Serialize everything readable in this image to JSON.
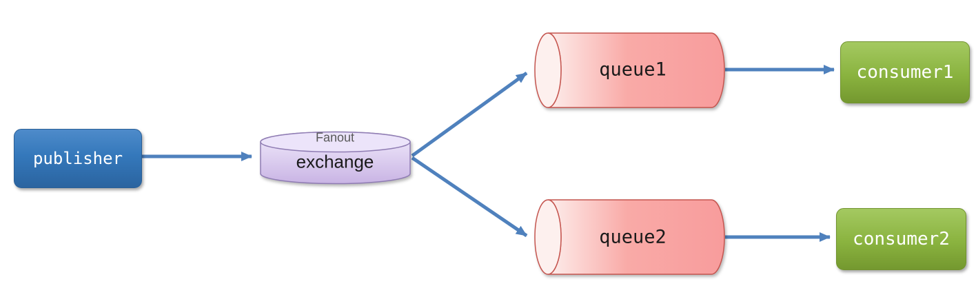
{
  "diagram": {
    "nodes": {
      "publisher": {
        "label": "publisher",
        "shape": "rounded-rect",
        "fill": "#3478bb",
        "text_color": "#ffffff"
      },
      "exchange": {
        "label": "exchange",
        "type_label": "Fanout",
        "shape": "cylinder-vertical",
        "fill": "#e1d5e7",
        "stroke": "#8f7cb3",
        "type_label_color": "#595959"
      },
      "queue1": {
        "label": "queue1",
        "shape": "cylinder-horizontal",
        "fill": "#f89e9e",
        "stroke": "#c5554f"
      },
      "queue2": {
        "label": "queue2",
        "shape": "cylinder-horizontal",
        "fill": "#f89e9e",
        "stroke": "#c5554f"
      },
      "consumer1": {
        "label": "consumer1",
        "shape": "rounded-rect",
        "fill": "#8ab33f",
        "text_color": "#ffffff"
      },
      "consumer2": {
        "label": "consumer2",
        "shape": "rounded-rect",
        "fill": "#8ab33f",
        "text_color": "#ffffff"
      }
    },
    "edges": [
      {
        "from": "publisher",
        "to": "exchange"
      },
      {
        "from": "exchange",
        "to": "queue1"
      },
      {
        "from": "exchange",
        "to": "queue2"
      },
      {
        "from": "queue1",
        "to": "consumer1"
      },
      {
        "from": "queue2",
        "to": "consumer2"
      }
    ],
    "colors": {
      "arrow": "#4f81bd",
      "background": "#ffffff"
    }
  }
}
